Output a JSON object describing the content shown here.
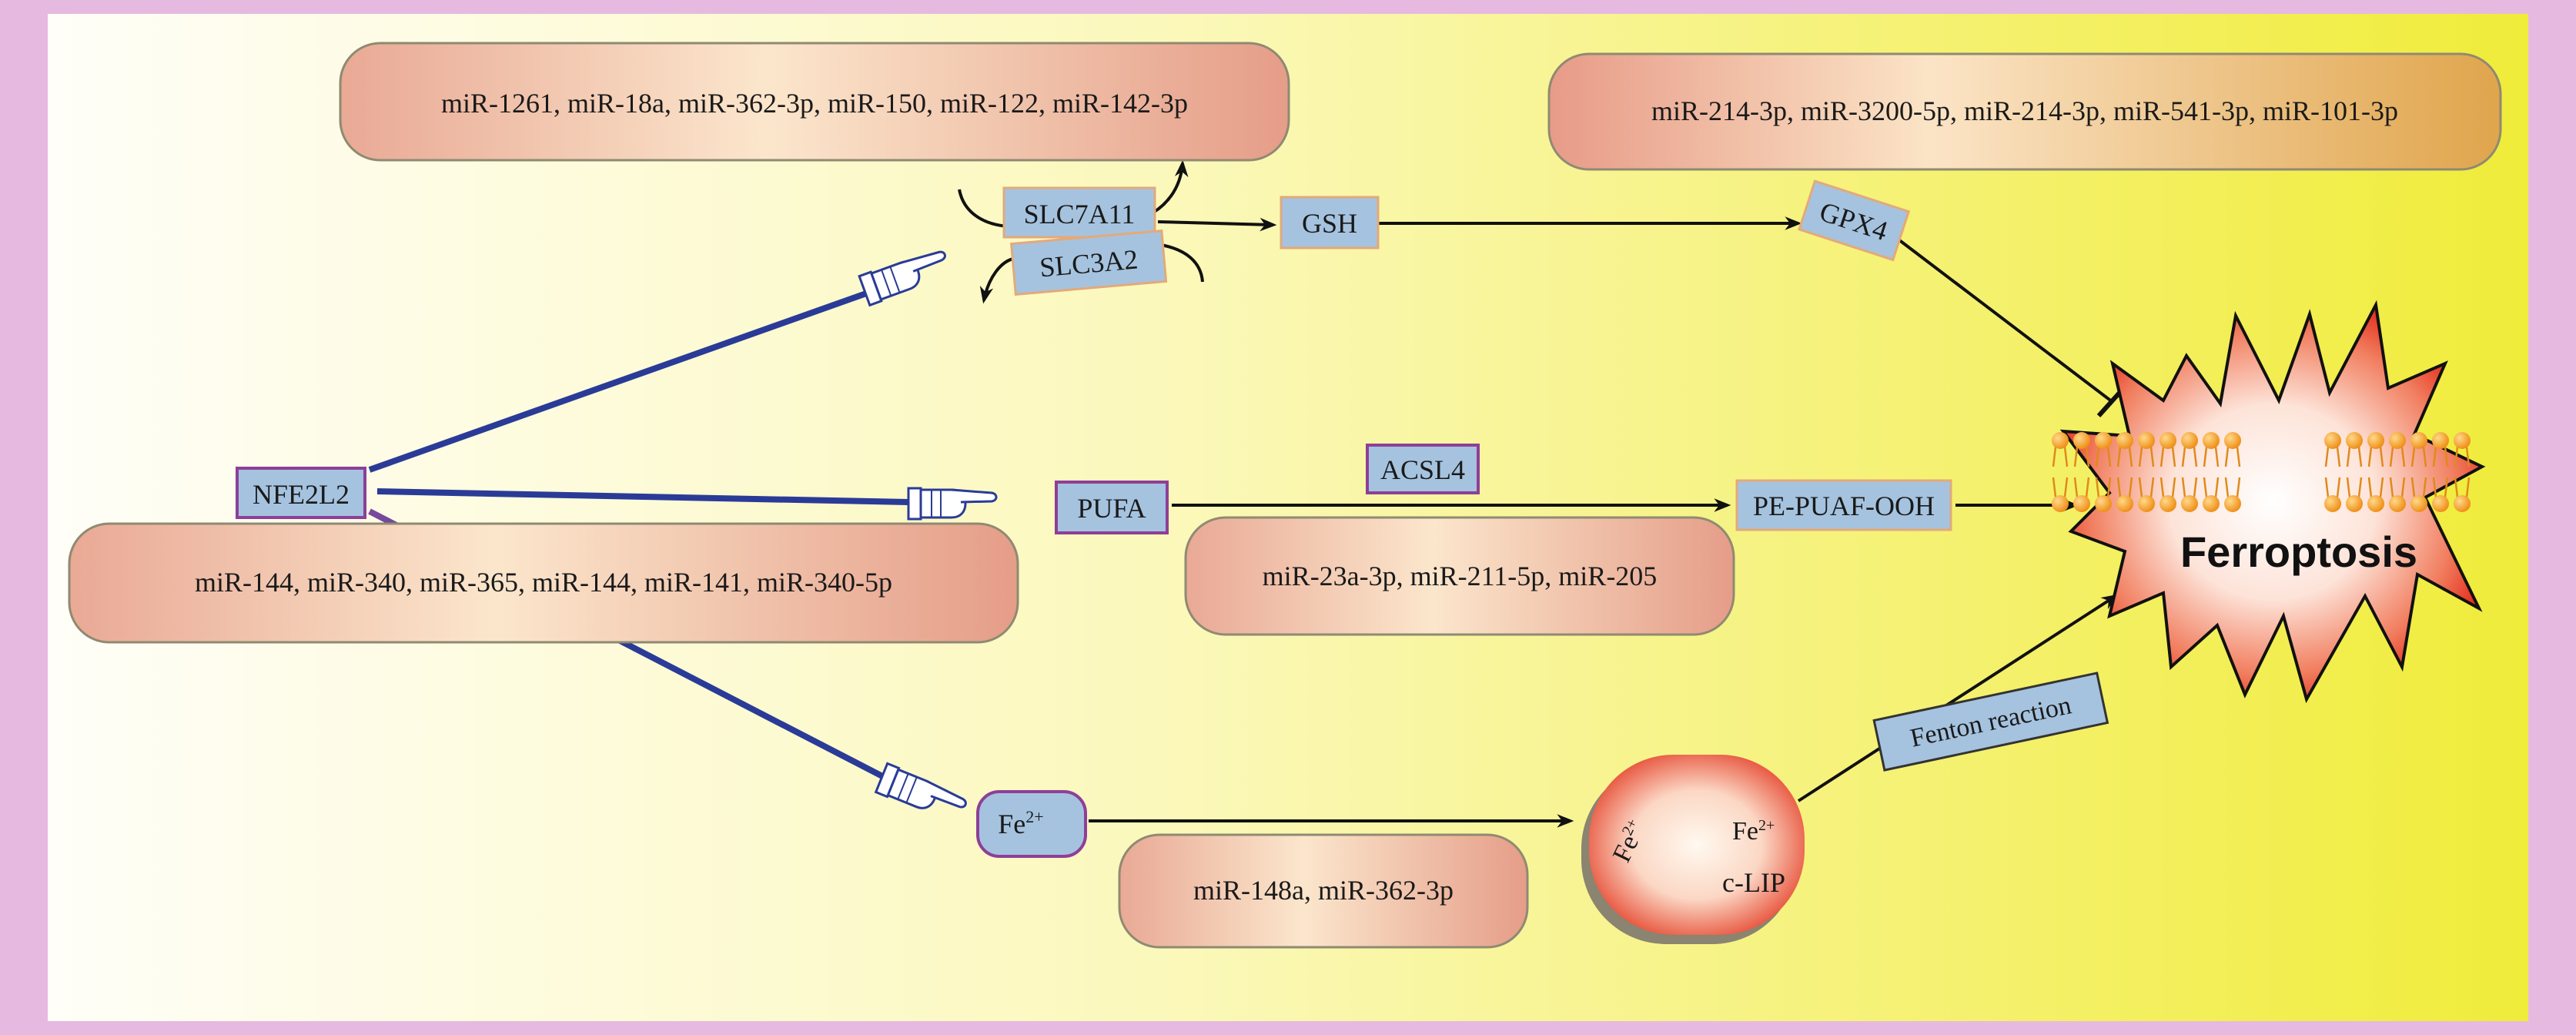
{
  "mirna_groups": {
    "slc7a11": "miR-1261, miR-18a, miR-362-3p, miR-150, miR-122, miR-142-3p",
    "gpx4": "miR-214-3p, miR-3200-5p, miR-214-3p, miR-541-3p, miR-101-3p",
    "nfe2l2": "miR-144, miR-340, miR-365, miR-144, miR-141, miR-340-5p",
    "acsl4": "miR-23a-3p, miR-211-5p, miR-205",
    "iron": "miR-148a, miR-362-3p"
  },
  "nodes": {
    "slc7a11": "SLC7A11",
    "slc3a2": "SLC3A2",
    "gsh": "GSH",
    "gpx4": "GPX4",
    "nfe2l2": "NFE2L2",
    "pufa": "PUFA",
    "acsl4": "ACSL4",
    "pe_pufa_ooh": "PE-PUAF-OOH",
    "fe_base": "Fe",
    "fe_sup": "2+",
    "fenton": "Fenton reaction",
    "clip_fe_a": "Fe",
    "clip_fe_a_sup": "2+",
    "clip_fe_b": "Fe",
    "clip_fe_b_sup": "2+",
    "clip_label": "c-LIP"
  },
  "outcome": "Ferroptosis",
  "colors": {
    "frame": "#e6b9e0",
    "bg_left": "#fffef5",
    "bg_mid": "#fbf7b0",
    "bg_right": "#f1ee3c",
    "pill_dark": "#e7a290",
    "pill_light": "#fbe6c8",
    "node_fill": "#a5c3df",
    "node_border_purple": "#8e3f97",
    "node_border_orange": "#e3a97a",
    "nfe2l2_line": "#2a3b97",
    "lipid": "#f4a12a",
    "burst_red": "#e42b1c"
  }
}
